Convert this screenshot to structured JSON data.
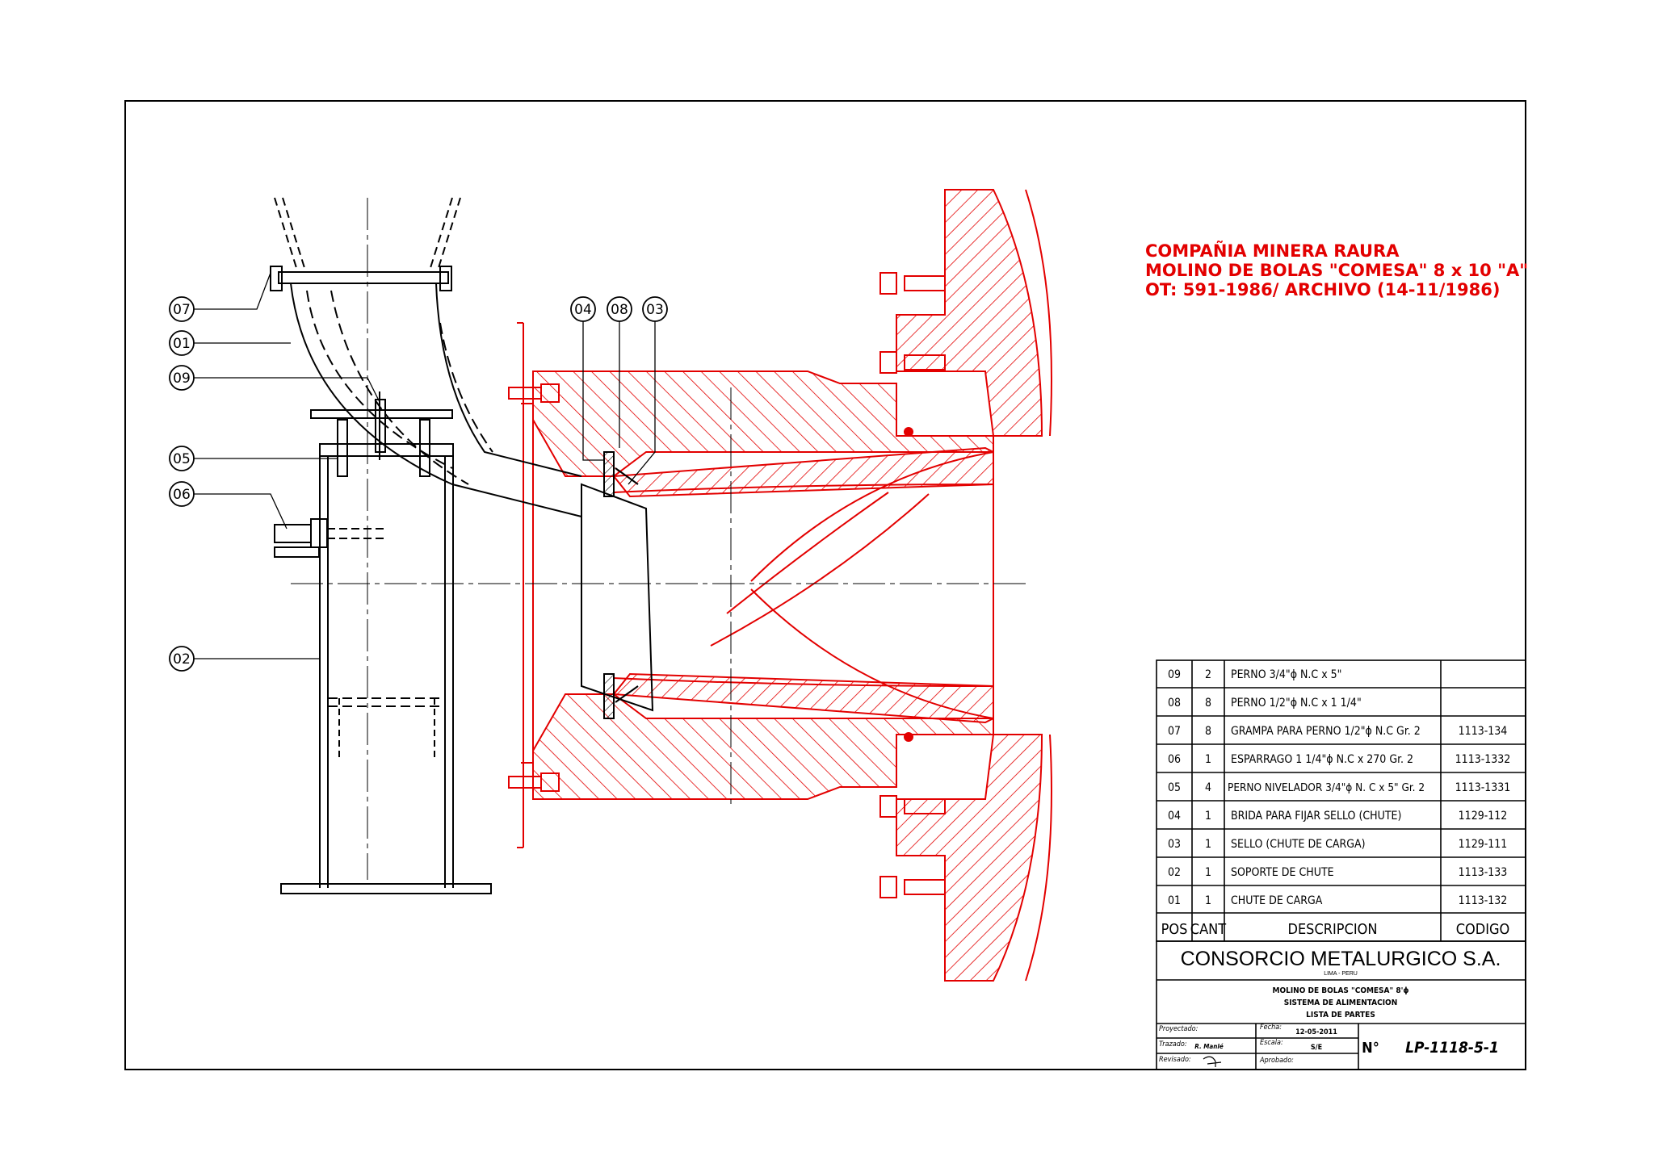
{
  "colors": {
    "line": "#000000",
    "red": "#e30000",
    "paper": "#ffffff"
  },
  "client_note": {
    "line1": "COMPAÑIA MINERA RAURA",
    "line2": "MOLINO DE BOLAS \"COMESA\" 8 x 10 \"A\"",
    "line3": "OT: 591-1986/ ARCHIVO (14-11/1986)"
  },
  "callouts": [
    "07",
    "01",
    "09",
    "05",
    "06",
    "02",
    "04",
    "08",
    "03"
  ],
  "parts_table": {
    "headers": {
      "pos": "POS",
      "cant": "CANT",
      "desc": "DESCRIPCION",
      "code": "CODIGO"
    },
    "rows": [
      {
        "pos": "09",
        "cant": "2",
        "desc": "PERNO 3/4\"ϕ N.C x 5\"",
        "code": ""
      },
      {
        "pos": "08",
        "cant": "8",
        "desc": "PERNO 1/2\"ϕ N.C x 1 1/4\"",
        "code": ""
      },
      {
        "pos": "07",
        "cant": "8",
        "desc": "GRAMPA PARA PERNO 1/2\"ϕ N.C Gr. 2",
        "code": "1113-134"
      },
      {
        "pos": "06",
        "cant": "1",
        "desc": "ESPARRAGO 1 1/4\"ϕ N.C x 270 Gr. 2",
        "code": "1113-1332"
      },
      {
        "pos": "05",
        "cant": "4",
        "desc": "PERNO NIVELADOR 3/4\"ϕ N. C x 5\" Gr. 2",
        "code": "1113-1331"
      },
      {
        "pos": "04",
        "cant": "1",
        "desc": "BRIDA PARA FIJAR SELLO (CHUTE)",
        "code": "1129-112"
      },
      {
        "pos": "03",
        "cant": "1",
        "desc": "SELLO (CHUTE DE CARGA)",
        "code": "1129-111"
      },
      {
        "pos": "02",
        "cant": "1",
        "desc": "SOPORTE DE CHUTE",
        "code": "1113-133"
      },
      {
        "pos": "01",
        "cant": "1",
        "desc": "CHUTE DE CARGA",
        "code": "1113-132"
      }
    ]
  },
  "title_block": {
    "company": "CONSORCIO METALURGICO S.A.",
    "location": "LIMA  -  PERU",
    "title1": "MOLINO DE BOLAS \"COMESA\" 8'ϕ",
    "title2": "SISTEMA DE ALIMENTACION",
    "title3": "LISTA DE PARTES",
    "proyectado_label": "Proyectado:",
    "trazado_label": "Trazado:",
    "trazado_value": "R. Manlé",
    "revisado_label": "Revisado:",
    "fecha_label": "Fecha:",
    "fecha_value": "12-05-2011",
    "escala_label": "Escala:",
    "escala_value": "S/E",
    "aprobado_label": "Aprobado:",
    "numero_label": "N°",
    "numero_value": "LP-1118-5-1"
  }
}
